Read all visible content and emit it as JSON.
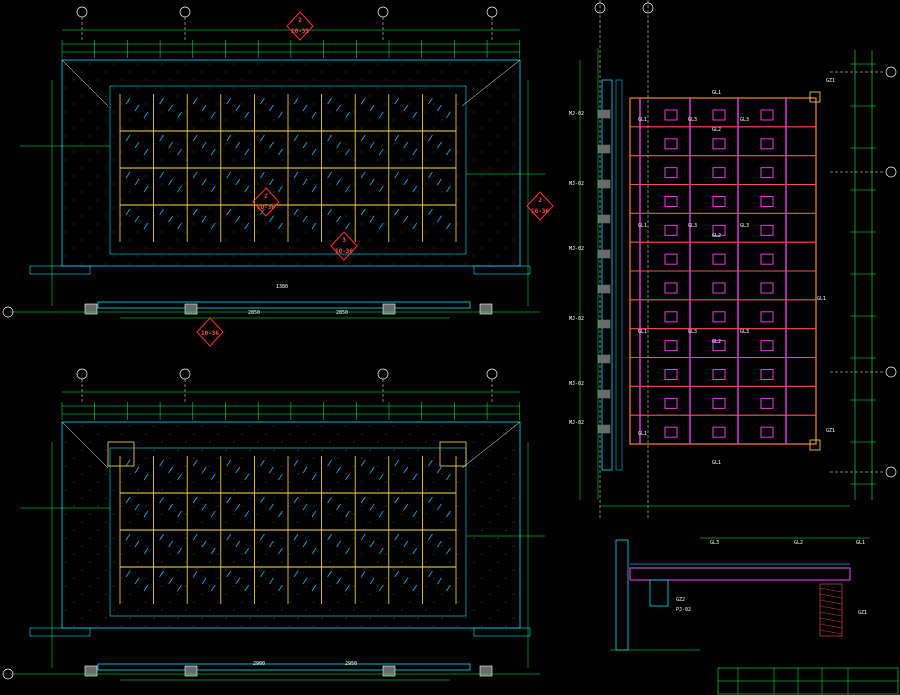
{
  "colors": {
    "background": "#000000",
    "dimension": "#00ff40",
    "axis": "#ffffff",
    "glass": "#00b8ff",
    "hatch": "#6a6a6a",
    "frame_yellow": "#ffe14a",
    "outline_cyan": "#00e0ff",
    "beam_magenta": "#ff40ff",
    "beam_red": "#ff5050",
    "column_orange": "#ff8a1a",
    "tag": "#ff3030"
  },
  "labels": {
    "detail_a": "2",
    "detail_a_ref": "10-35",
    "detail_b": "2",
    "detail_b_ref": "10-36",
    "detail_c": "3",
    "detail_c_ref": "10-36",
    "detail_d": "2",
    "detail_d_ref": "10-36",
    "detail_e_ref": "10-36",
    "beam_gl1": "GL1",
    "beam_gl2": "GL2",
    "beam_gl3": "GL3",
    "column_gz1": "GZ1",
    "column_gz2": "GZ2",
    "plate_mj02": "MJ-02",
    "plate_pj02": "PJ-02",
    "dim_2850": "2850",
    "dim_1380": "1380",
    "dim_2900": "2900",
    "dim_2950": "2950"
  }
}
